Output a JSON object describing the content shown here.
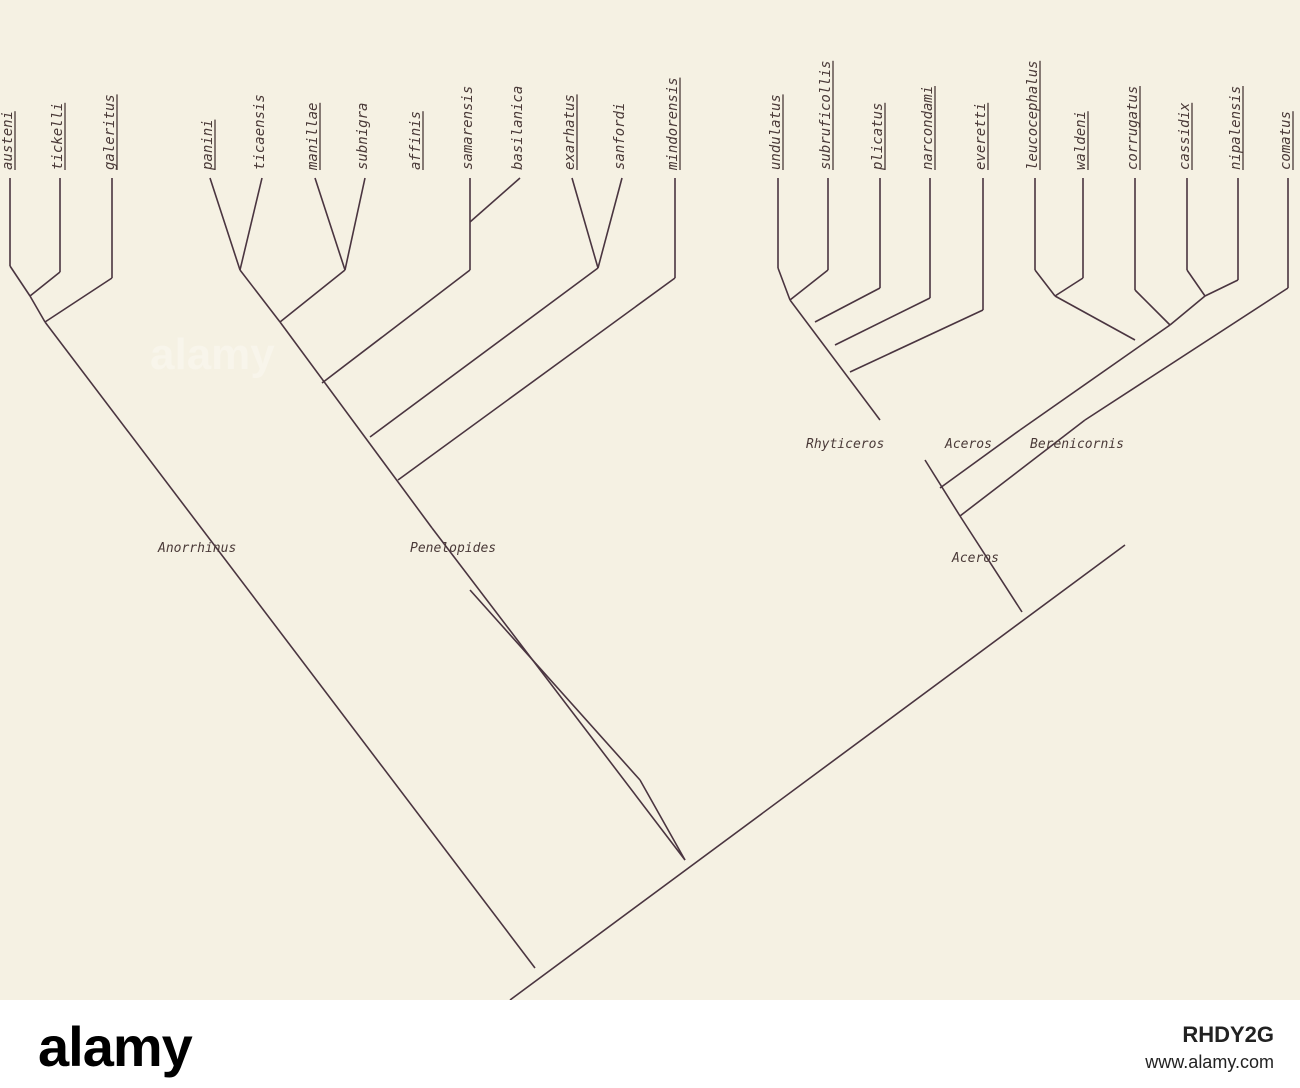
{
  "tree": {
    "taxa": [
      {
        "label": "austeni",
        "underlined": true
      },
      {
        "label": "tickelli",
        "underlined": true
      },
      {
        "label": "galeritus",
        "underlined": true
      },
      {
        "label": "panini",
        "underlined": true
      },
      {
        "label": "ticaensis",
        "underlined": false
      },
      {
        "label": "manillae",
        "underlined": true
      },
      {
        "label": "subnigra",
        "underlined": false
      },
      {
        "label": "affinis",
        "underlined": true
      },
      {
        "label": "samarensis",
        "underlined": false
      },
      {
        "label": "basilanica",
        "underlined": false
      },
      {
        "label": "exarhatus",
        "underlined": true
      },
      {
        "label": "sanfordi",
        "underlined": false
      },
      {
        "label": "mindorensis",
        "underlined": true
      },
      {
        "label": "undulatus",
        "underlined": true
      },
      {
        "label": "subruficollis",
        "underlined": true
      },
      {
        "label": "plicatus",
        "underlined": true
      },
      {
        "label": "narcondami",
        "underlined": true
      },
      {
        "label": "everetti",
        "underlined": true
      },
      {
        "label": "leucocephalus",
        "underlined": true
      },
      {
        "label": "waldeni",
        "underlined": true
      },
      {
        "label": "corrugatus",
        "underlined": true
      },
      {
        "label": "cassidix",
        "underlined": true
      },
      {
        "label": "nipalensis",
        "underlined": true
      },
      {
        "label": "comatus",
        "underlined": true
      }
    ],
    "genus_labels": [
      "Anorrhinus",
      "Penelopides",
      "Rhyticeros",
      "Aceros",
      "Berenicornis",
      "Aceros"
    ]
  },
  "watermark": {
    "text": "alamy"
  },
  "footer": {
    "logo": "alamy",
    "image_code": "RHDY2G",
    "url": "www.alamy.com"
  },
  "colors": {
    "line": "#4a3540",
    "background": "#f5f1e3",
    "text": "#4a3a38"
  }
}
